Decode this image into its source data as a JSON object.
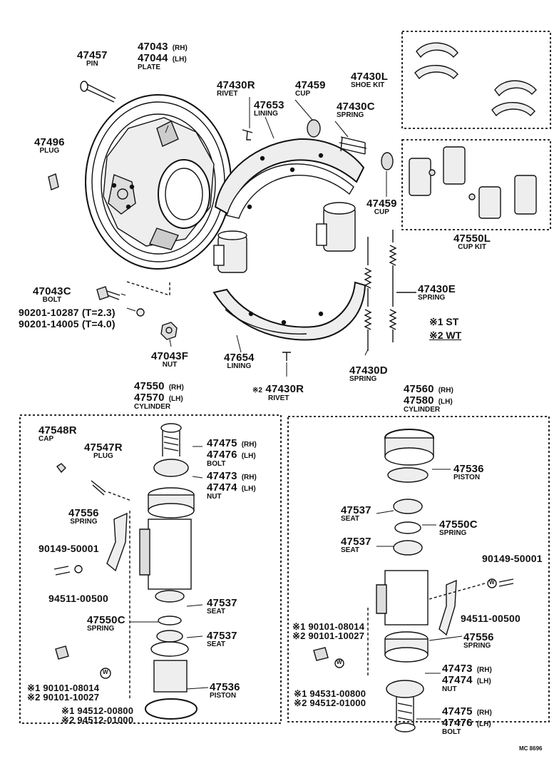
{
  "labels": {
    "pin": {
      "number": "47457",
      "name": "PIN"
    },
    "plate": {
      "rh_number": "47043",
      "rh_suffix": "(RH)",
      "lh_number": "47044",
      "lh_suffix": "(LH)",
      "name": "PLATE"
    },
    "plug_top": {
      "number": "47496",
      "name": "PLUG"
    },
    "rivet_top": {
      "number": "47430R",
      "name": "RIVET"
    },
    "lining_top": {
      "number": "47653",
      "name": "LINING"
    },
    "cup_top": {
      "number": "47459",
      "name": "CUP"
    },
    "spring_c": {
      "number": "47430C",
      "name": "SPRING"
    },
    "shoe_kit": {
      "number": "47430L",
      "name": "SHOE KIT"
    },
    "cup_mid": {
      "number": "47459",
      "name": "CUP"
    },
    "cup_kit": {
      "number": "47550L",
      "name": "CUP KIT"
    },
    "bolt_c": {
      "number": "47043C",
      "name": "BOLT"
    },
    "washer_23": {
      "text": "90201-10287 (T=2.3)"
    },
    "washer_40": {
      "text": "90201-14005 (T=4.0)"
    },
    "nut_f": {
      "number": "47043F",
      "name": "NUT"
    },
    "lining_bottom": {
      "number": "47654",
      "name": "LINING"
    },
    "spring_e": {
      "number": "47430E",
      "name": "SPRING"
    },
    "spring_d": {
      "number": "47430D",
      "name": "SPRING"
    },
    "rivet_bottom": {
      "prefix": "※2",
      "number": "47430R",
      "name": "RIVET"
    },
    "legend1": "※1 ST",
    "legend2": "※2 WT",
    "cyl_left": {
      "rh_number": "47550",
      "rh_suffix": "(RH)",
      "lh_number": "47570",
      "lh_suffix": "(LH)",
      "name": "CYLINDER"
    },
    "cyl_right": {
      "rh_number": "47560",
      "rh_suffix": "(RH)",
      "lh_number": "47580",
      "lh_suffix": "(LH)",
      "name": "CYLINDER"
    },
    "cap_l": {
      "number": "47548R",
      "name": "CAP"
    },
    "plug_l": {
      "number": "47547R",
      "name": "PLUG"
    },
    "bolt_l": {
      "rh_number": "47475",
      "rh_suffix": "(RH)",
      "lh_number": "47476",
      "lh_suffix": "(LH)",
      "name": "BOLT"
    },
    "nut_l": {
      "rh_number": "47473",
      "rh_suffix": "(RH)",
      "lh_number": "47474",
      "lh_suffix": "(LH)",
      "name": "NUT"
    },
    "spring_556_l": {
      "number": "47556",
      "name": "SPRING"
    },
    "screw_l": {
      "number": "90149-50001"
    },
    "washer_l": {
      "number": "94511-00500"
    },
    "seat_l1": {
      "number": "47537",
      "name": "SEAT"
    },
    "spring_550c_l": {
      "number": "47550C",
      "name": "SPRING"
    },
    "seat_l2": {
      "number": "47537",
      "name": "SEAT"
    },
    "bolt_std_l": {
      "line1": "※1 90101-08014",
      "line2": "※2 90101-10027"
    },
    "piston_l": {
      "number": "47536",
      "name": "PISTON"
    },
    "washer_std_l": {
      "line1": "※1 94512-00800",
      "line2": "※2 94512-01000"
    },
    "piston_r": {
      "number": "47536",
      "name": "PISTON"
    },
    "seat_r1": {
      "number": "47537",
      "name": "SEAT"
    },
    "spring_550c_r": {
      "number": "47550C",
      "name": "SPRING"
    },
    "seat_r2": {
      "number": "47537",
      "name": "SEAT"
    },
    "screw_r": {
      "number": "90149-50001"
    },
    "washer_r": {
      "number": "94511-00500"
    },
    "spring_556_r": {
      "number": "47556",
      "name": "SPRING"
    },
    "bolt_std_r": {
      "line1": "※1 90101-08014",
      "line2": "※2 90101-10027"
    },
    "nut_r": {
      "rh_number": "47473",
      "rh_suffix": "(RH)",
      "lh_number": "47474",
      "lh_suffix": "(LH)",
      "name": "NUT"
    },
    "washer_std_r": {
      "line1": "※1 94531-00800",
      "line2": "※2 94512-01000"
    },
    "bolt_r": {
      "rh_number": "47475",
      "rh_suffix": "(RH)",
      "lh_number": "47476",
      "lh_suffix": "(LH)",
      "name": "BOLT"
    },
    "washer_mark": "W",
    "drawing_code": "MC 8696"
  }
}
